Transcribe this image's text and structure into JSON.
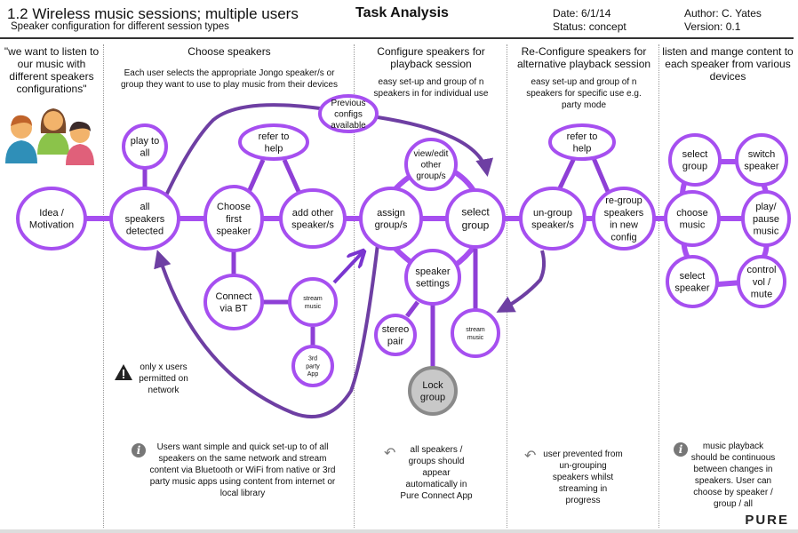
{
  "header": {
    "title": "1.2 Wireless music sessions; multiple users",
    "subtitle": "Speaker configuration for different session types",
    "doc_type": "Task Analysis",
    "date": "Date: 6/1/14",
    "status": "Status: concept",
    "author": "Author: C. Yates",
    "version": "Version: 0.1"
  },
  "columns": [
    {
      "title": "\"we want to listen to our music with different speakers configurations\"",
      "desc": ""
    },
    {
      "title": "Choose speakers",
      "desc": "Each user selects the appropriate Jongo speaker/s or group they want to use to play music from their devices"
    },
    {
      "title": "Configure speakers for playback session",
      "desc": "easy set-up and group of n speakers in for individual use"
    },
    {
      "title": "Re-Configure speakers for alternative playback session",
      "desc": "easy set-up and group of n speakers for specific use e.g. party mode"
    },
    {
      "title": "listen and mange content to each speaker from various devices",
      "desc": ""
    }
  ],
  "nodes": {
    "idea": [
      "Idea /",
      "Motivation"
    ],
    "play_all": [
      "play to",
      "all"
    ],
    "all_detected": [
      "all",
      "speakers",
      "detected"
    ],
    "prev_configs": [
      "Previous",
      "configs",
      "available"
    ],
    "refer_help_1": [
      "refer to",
      "help"
    ],
    "choose_first": [
      "Choose",
      "first",
      "speaker"
    ],
    "add_other": [
      "add other",
      "speaker/s"
    ],
    "connect_bt": [
      "Connect",
      "via BT"
    ],
    "stream_1": [
      "stream",
      "music"
    ],
    "third_party": [
      "3rd",
      "party",
      "App"
    ],
    "view_edit": [
      "view/edit",
      "other",
      "group/s"
    ],
    "assign": [
      "assign",
      "group/s"
    ],
    "select_group": [
      "select",
      "group"
    ],
    "spk_settings": [
      "speaker",
      "settings"
    ],
    "stereo": [
      "stereo",
      "pair"
    ],
    "stream_2": [
      "stream",
      "music"
    ],
    "lock": [
      "Lock",
      "group"
    ],
    "refer_help_2": [
      "refer to",
      "help"
    ],
    "ungroup": [
      "un-group",
      "speaker/s"
    ],
    "regroup": [
      "re-group",
      "speakers",
      "in new",
      "config"
    ],
    "sel_group_2": [
      "select",
      "group"
    ],
    "switch": [
      "switch",
      "speaker"
    ],
    "choose_music": [
      "choose",
      "music"
    ],
    "play_pause": [
      "play/",
      "pause",
      "music"
    ],
    "sel_speaker": [
      "select",
      "speaker"
    ],
    "control_vol": [
      "control",
      "vol /",
      "mute"
    ]
  },
  "notes": {
    "warning": "only x users permitted on network",
    "info_1": "Users want simple and quick set-up to of all speakers on the same network and stream content via Bluetooth or WiFi from native or 3rd party music apps using content from internet or local library",
    "undo_1": "all speakers / groups should appear automatically in Pure Connect App",
    "undo_2": "user prevented from un-grouping speakers whilst streaming in progress",
    "info_2": "music playback should be continuous between changes in speakers. User can choose by speaker / group / all"
  },
  "brand": "PURE",
  "colors": {
    "node_stroke": "#a64ff0",
    "link": "#8e3fd6",
    "arrow": "#6e3fa3",
    "lock_fill": "#c8c8c8",
    "lock_stroke": "#8a8a8a"
  }
}
